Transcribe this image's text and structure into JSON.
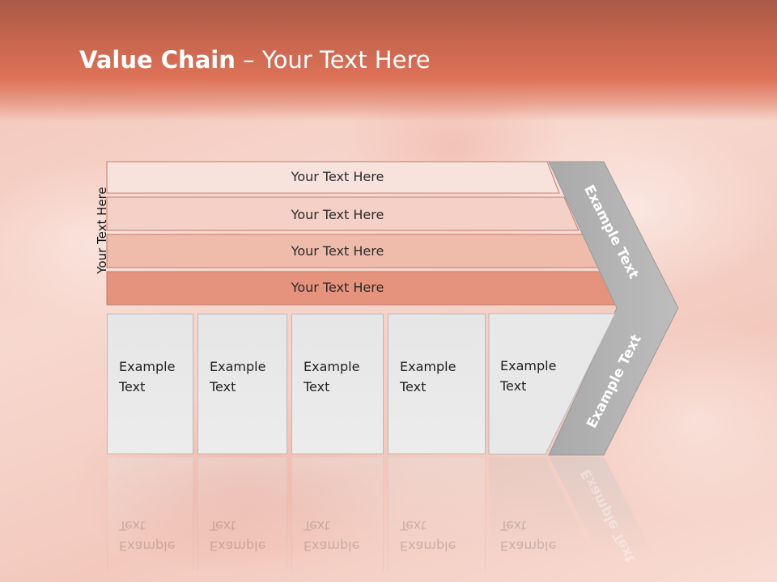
{
  "title": {
    "bold": "Value Chain",
    "rest": " – Your Text Here"
  },
  "side_label": "Your Text Here",
  "bars": [
    {
      "label": "Your Text Here",
      "fill": "#f8e2dc"
    },
    {
      "label": "Your Text Here",
      "fill": "#f5d0c6"
    },
    {
      "label": "Your Text Here",
      "fill": "#efbcac"
    },
    {
      "label": "Your Text Here",
      "fill": "#e5937c"
    }
  ],
  "boxes": [
    {
      "label": "Example\nText"
    },
    {
      "label": "Example\nText"
    },
    {
      "label": "Example\nText"
    },
    {
      "label": "Example\nText"
    },
    {
      "label": "Example\nText"
    }
  ],
  "chevron": {
    "top_label": "Example Text",
    "bottom_label": "Example Text",
    "fill": "#b3b3b3"
  }
}
